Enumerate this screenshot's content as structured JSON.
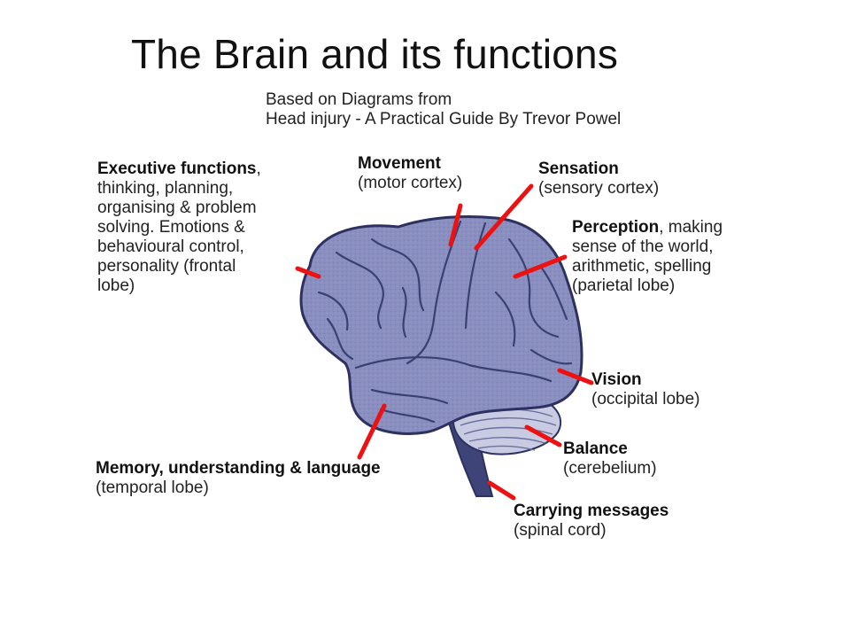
{
  "title": "The Brain and its functions",
  "source": {
    "line1": "Based on Diagrams from",
    "line2": "Head injury - A Practical Guide By Trevor Powel"
  },
  "labels": {
    "executive": {
      "heading": "Executive functions",
      "rest_first": ",",
      "lines": [
        "thinking, planning,",
        "organising & problem",
        "solving. Emotions &",
        "behavioural control,",
        "personality (frontal",
        "lobe)"
      ]
    },
    "movement": {
      "heading": "Movement",
      "sub": "(motor cortex)"
    },
    "sensation": {
      "heading": "Sensation",
      "sub": "(sensory cortex)"
    },
    "perception": {
      "heading": "Perception",
      "rest_first": ", making",
      "lines": [
        "sense of the world,",
        "arithmetic, spelling",
        "(parietal lobe)"
      ]
    },
    "vision": {
      "heading": "Vision",
      "sub": "(occipital lobe)"
    },
    "balance": {
      "heading": "Balance",
      "sub": "(cerebelium)"
    },
    "memory": {
      "heading": "Memory, understanding & language",
      "sub": "(temporal lobe)"
    },
    "spinal": {
      "heading": "Carrying messages",
      "sub": "(spinal cord)"
    }
  },
  "colors": {
    "brain_fill": "#8a8fc0",
    "brain_outline": "#2c3160",
    "cerebellum_fill": "#c9cbe2",
    "pointer": "#ee1111"
  }
}
